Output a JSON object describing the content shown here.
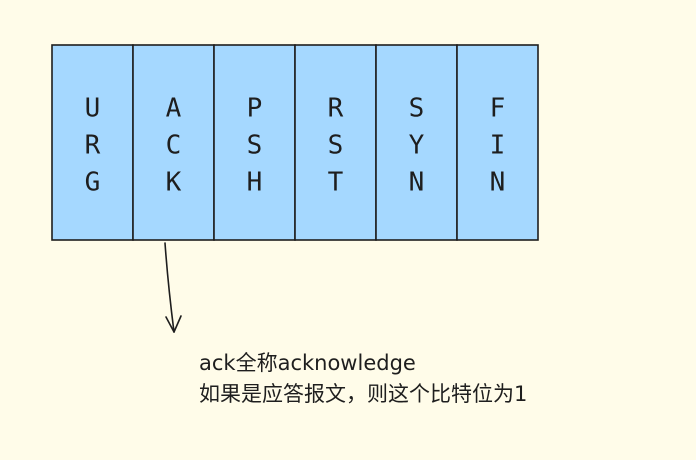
{
  "flags": [
    {
      "letters": [
        "U",
        "R",
        "G"
      ]
    },
    {
      "letters": [
        "A",
        "C",
        "K"
      ]
    },
    {
      "letters": [
        "P",
        "S",
        "H"
      ]
    },
    {
      "letters": [
        "R",
        "S",
        "T"
      ]
    },
    {
      "letters": [
        "S",
        "Y",
        "N"
      ]
    },
    {
      "letters": [
        "F",
        "I",
        "N"
      ]
    }
  ],
  "colors": {
    "background": "#fffce9",
    "cell_fill": "#a5d8ff",
    "stroke": "#1e1e1e"
  },
  "annotation": {
    "line1": "ack全称acknowledge",
    "line2": "如果是应答报文，则这个比特位为1"
  }
}
